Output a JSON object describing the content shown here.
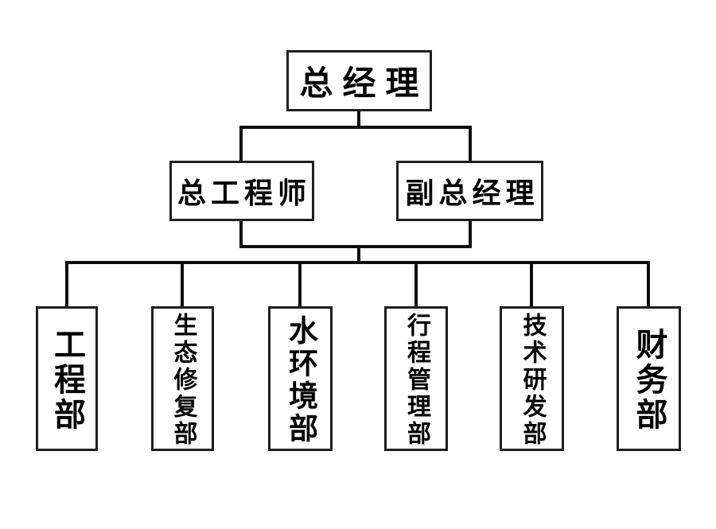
{
  "org_chart": {
    "type": "org-chart",
    "root": {
      "label": "总经理"
    },
    "managers": [
      {
        "label": "总工程师"
      },
      {
        "label": "副总经理"
      }
    ],
    "departments": [
      {
        "label": "工程部"
      },
      {
        "label": "生态修复部"
      },
      {
        "label": "水环境部"
      },
      {
        "label": "行程管理部"
      },
      {
        "label": "技术研发部"
      },
      {
        "label": "财务部"
      }
    ],
    "colors": {
      "line": "#0d0d0d",
      "box_border": "#1f1f1f",
      "background": "#ffffff",
      "text": "#000000"
    }
  }
}
